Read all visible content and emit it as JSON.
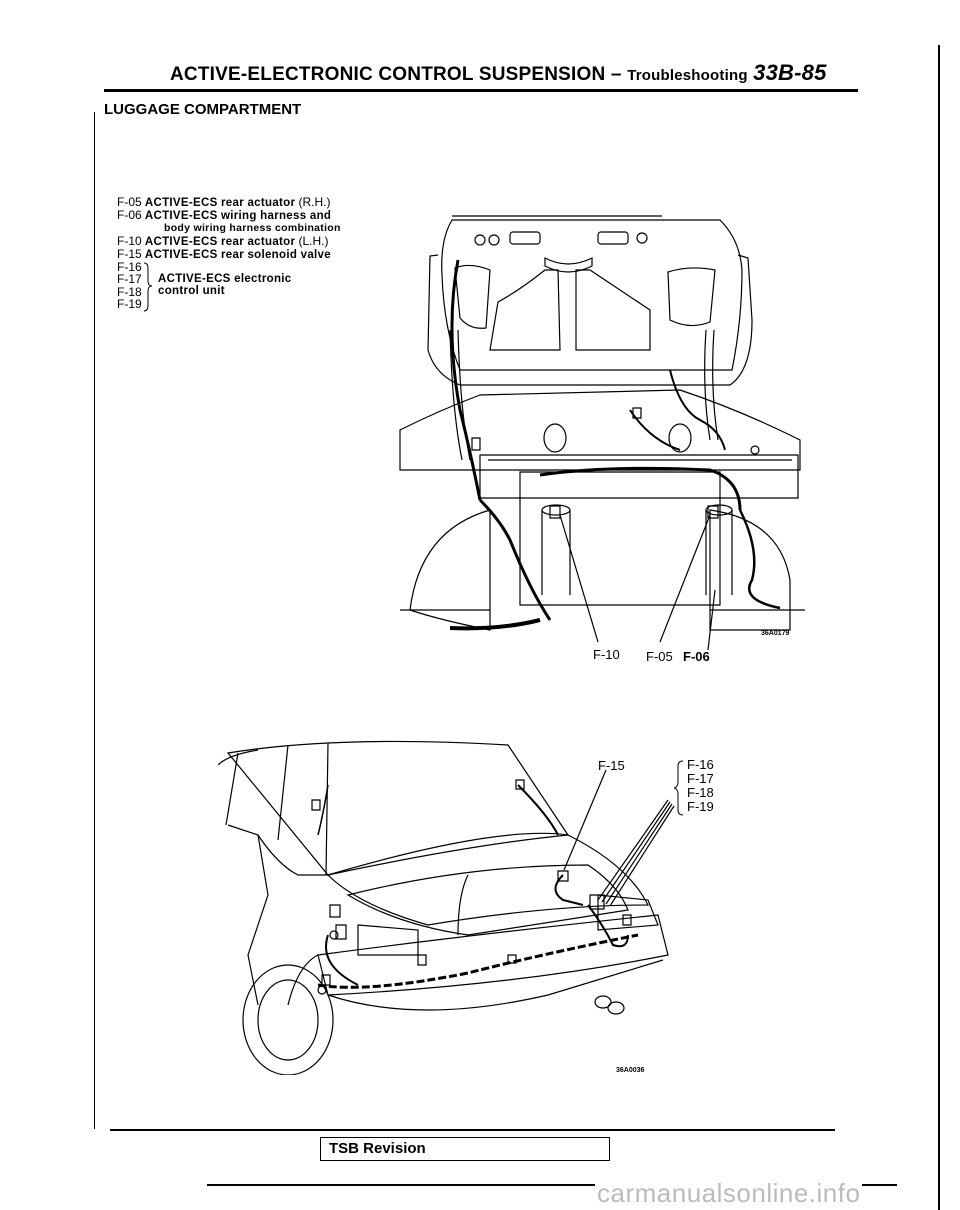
{
  "header": {
    "title": "ACTIVE-ELECTRONIC CONTROL SUSPENSION",
    "dash": "–",
    "subtitle": "Troubleshooting",
    "page_code": "33B-85"
  },
  "section_title": "LUGGAGE COMPARTMENT",
  "legend": {
    "f05_code": "F-05",
    "f05_desc": "ACTIVE-ECS rear actuator",
    "f05_side": "(R.H.)",
    "f06_code": "F-06",
    "f06_desc_1": "ACTIVE-ECS wiring harness and",
    "f06_desc_2": "body wiring harness combination",
    "f10_code": "F-10",
    "f10_desc": "ACTIVE-ECS rear actuator",
    "f10_side": "(L.H.)",
    "f15_code": "F-15",
    "f15_desc": "ACTIVE-ECS rear solenoid valve",
    "ecu_codes": [
      "F-16",
      "F-17",
      "F-18",
      "F-19"
    ],
    "ecu_desc_1": "ACTIVE-ECS electronic",
    "ecu_desc_2": "control unit"
  },
  "figure_top": {
    "callouts": {
      "f10": "F-10",
      "f05": "F-05",
      "f06": "F-06"
    },
    "figure_id": "36A0179"
  },
  "figure_bottom": {
    "callouts": {
      "f15": "F-15",
      "ecu": [
        "F-16",
        "F-17",
        "F-18",
        "F-19"
      ]
    },
    "figure_id": "36A0036"
  },
  "footer": {
    "tsb_label": "TSB Revision",
    "watermark": "carmanualsonline.info"
  }
}
